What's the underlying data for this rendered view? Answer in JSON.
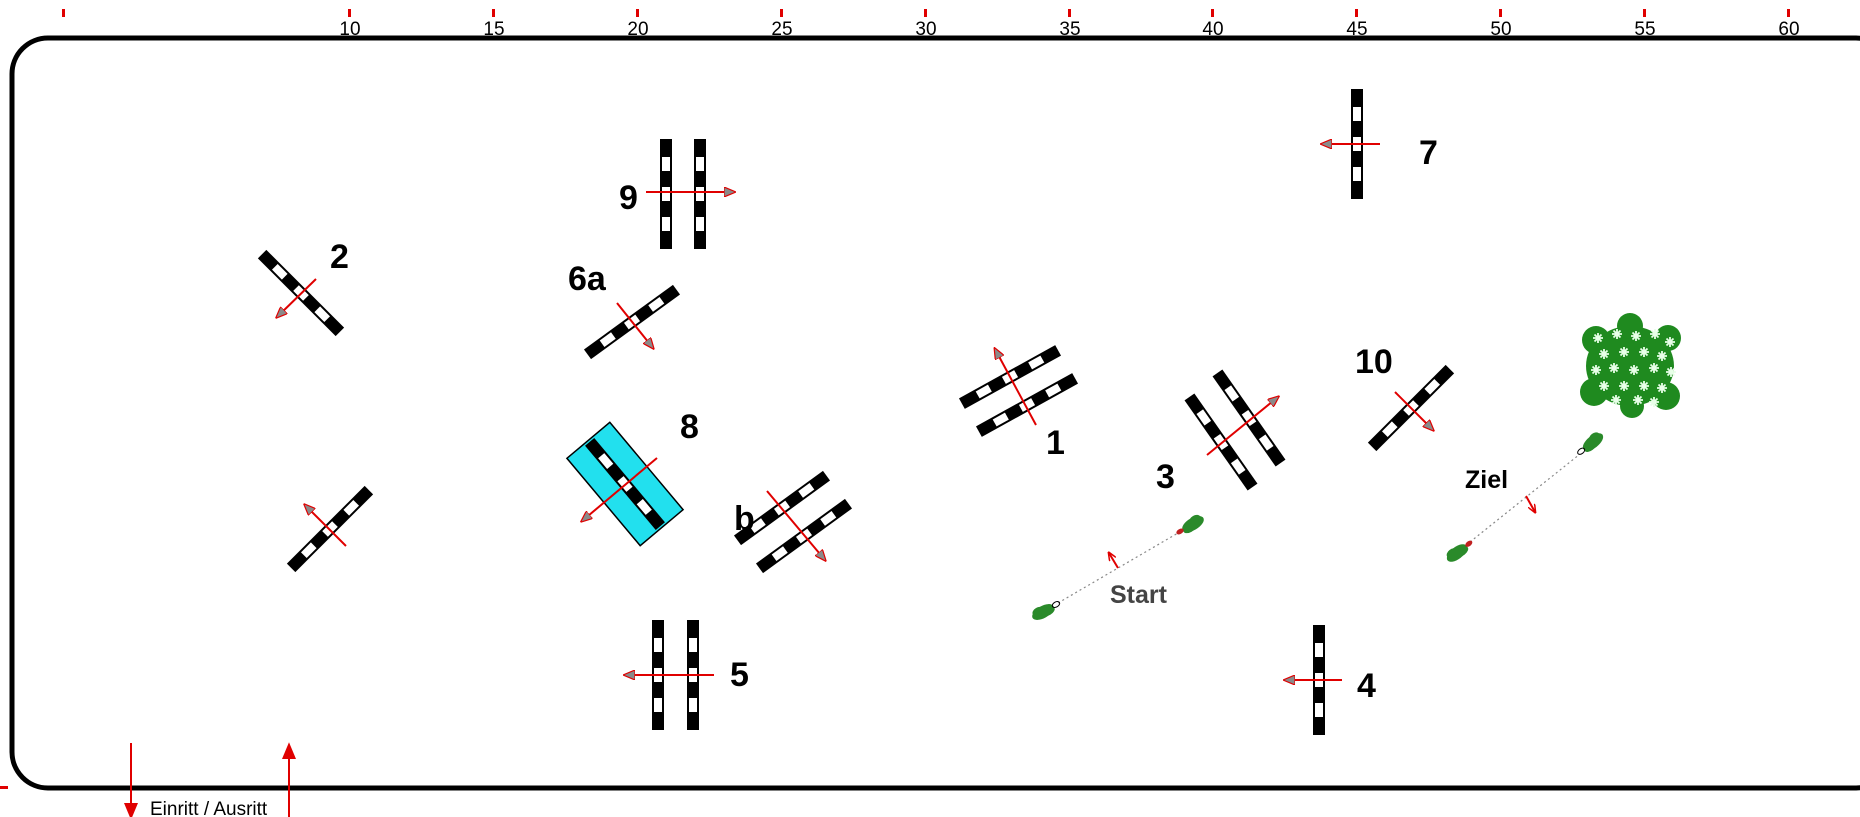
{
  "ruler": {
    "ticks": [
      "10",
      "15",
      "20",
      "25",
      "30",
      "35",
      "40",
      "45",
      "50",
      "55",
      "60"
    ],
    "tick_color": "#e00000"
  },
  "obstacles": {
    "o1": "1",
    "o2": "2",
    "o3": "3",
    "o4": "4",
    "o5": "5",
    "o6a": "6a",
    "o6b": "b",
    "o7": "7",
    "o8": "8",
    "o9": "9",
    "o10": "10"
  },
  "labels": {
    "start": "Start",
    "finish": "Ziel",
    "entry": "Einritt / Ausritt"
  },
  "colors": {
    "arena": "#000000",
    "arrow": "#e00000",
    "water": "#22e0ee",
    "bush": "#1f8a1f",
    "marker": "#2a8a2a",
    "start_text": "#444444"
  }
}
